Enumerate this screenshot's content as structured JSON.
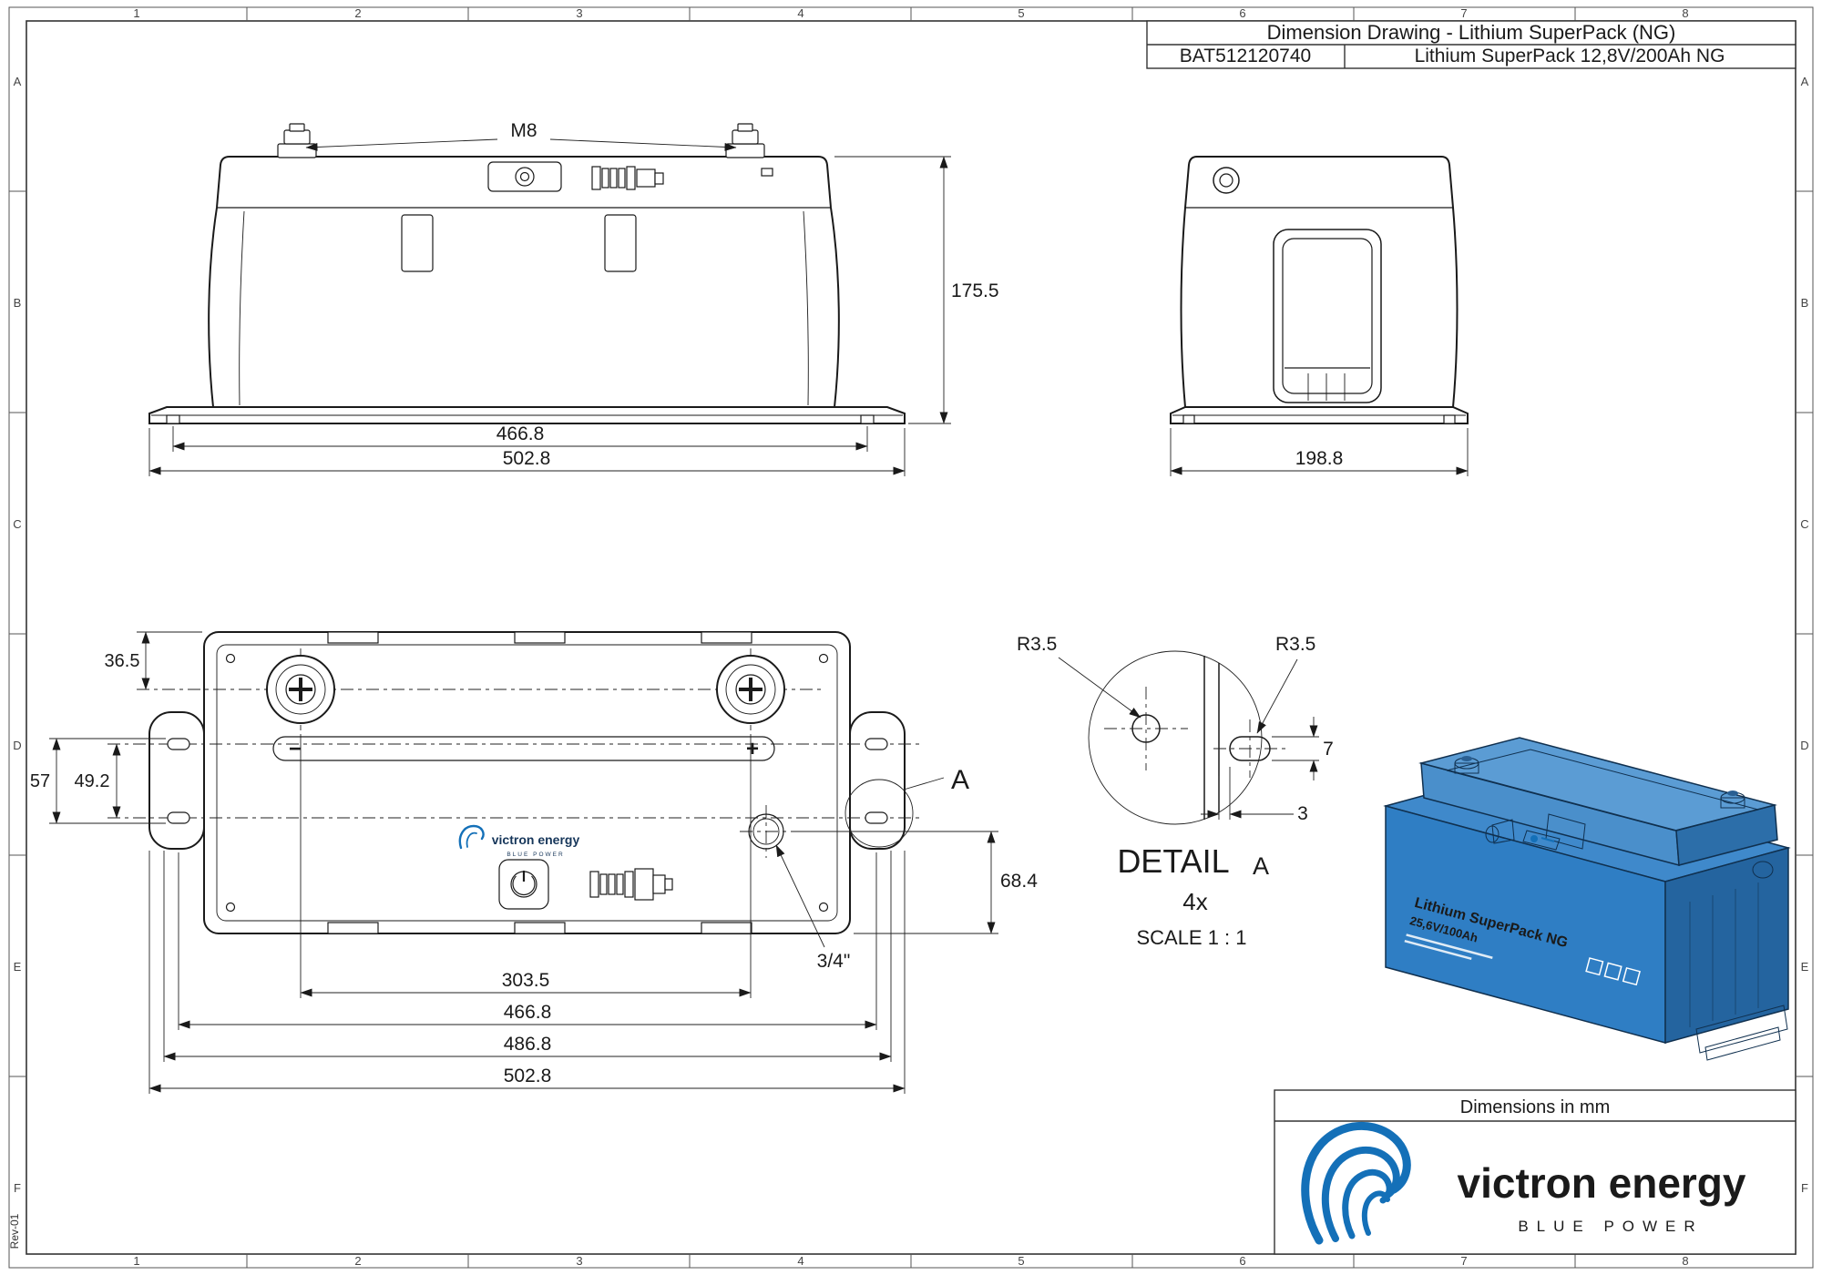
{
  "title_block": {
    "drawing_title": "Dimension Drawing - Lithium SuperPack (NG)",
    "part_number": "BAT512120740",
    "product_name": "Lithium SuperPack 12,8V/200Ah NG"
  },
  "border": {
    "columns": [
      "1",
      "2",
      "3",
      "4",
      "5",
      "6",
      "7",
      "8"
    ],
    "rows": [
      "A",
      "B",
      "C",
      "D",
      "E",
      "F"
    ],
    "revision": "Rev-01"
  },
  "front_view": {
    "bolt_label": "M8",
    "height": "175.5",
    "feet_width": "466.8",
    "overall_width": "502.8"
  },
  "side_view": {
    "depth": "198.8"
  },
  "top_view": {
    "terminal_offset": "36.5",
    "slot_outer": "57",
    "slot_spacing": "49.2",
    "terminal_spacing": "303.5",
    "hole_spacing_x": "466.8",
    "flange_mid_width": "486.8",
    "overall_width": "502.8",
    "vent_offset": "68.4",
    "vent_label": "3/4\"",
    "minus": "−",
    "plus": "+",
    "detail_label": "A",
    "brand": "victron energy",
    "brand_sub": "BLUE POWER"
  },
  "detail_a": {
    "radius_left": "R3.5",
    "radius_right": "R3.5",
    "slot_height": "7",
    "edge_offset": "3",
    "title": "DETAIL",
    "ref": "A",
    "quantity": "4x",
    "scale": "SCALE 1 : 1"
  },
  "iso_view": {
    "label_line1": "Lithium SuperPack NG",
    "label_line2": "25,6V/100Ah"
  },
  "footer": {
    "units_note": "Dimensions in mm",
    "brand": "victron energy",
    "tagline": "BLUE POWER"
  },
  "colors": {
    "battery_blue": "#2f7ec4",
    "battery_blue_dark": "#24649f",
    "battery_blue_top": "#3f89cb",
    "battery_blue_light": "#5b9cd4",
    "battery_blue_mid": "#4a8fcb",
    "battery_blue_deep": "#2c6ea9",
    "brand_blue": "#0d4f8b",
    "logo_blue": "#1470b8"
  }
}
